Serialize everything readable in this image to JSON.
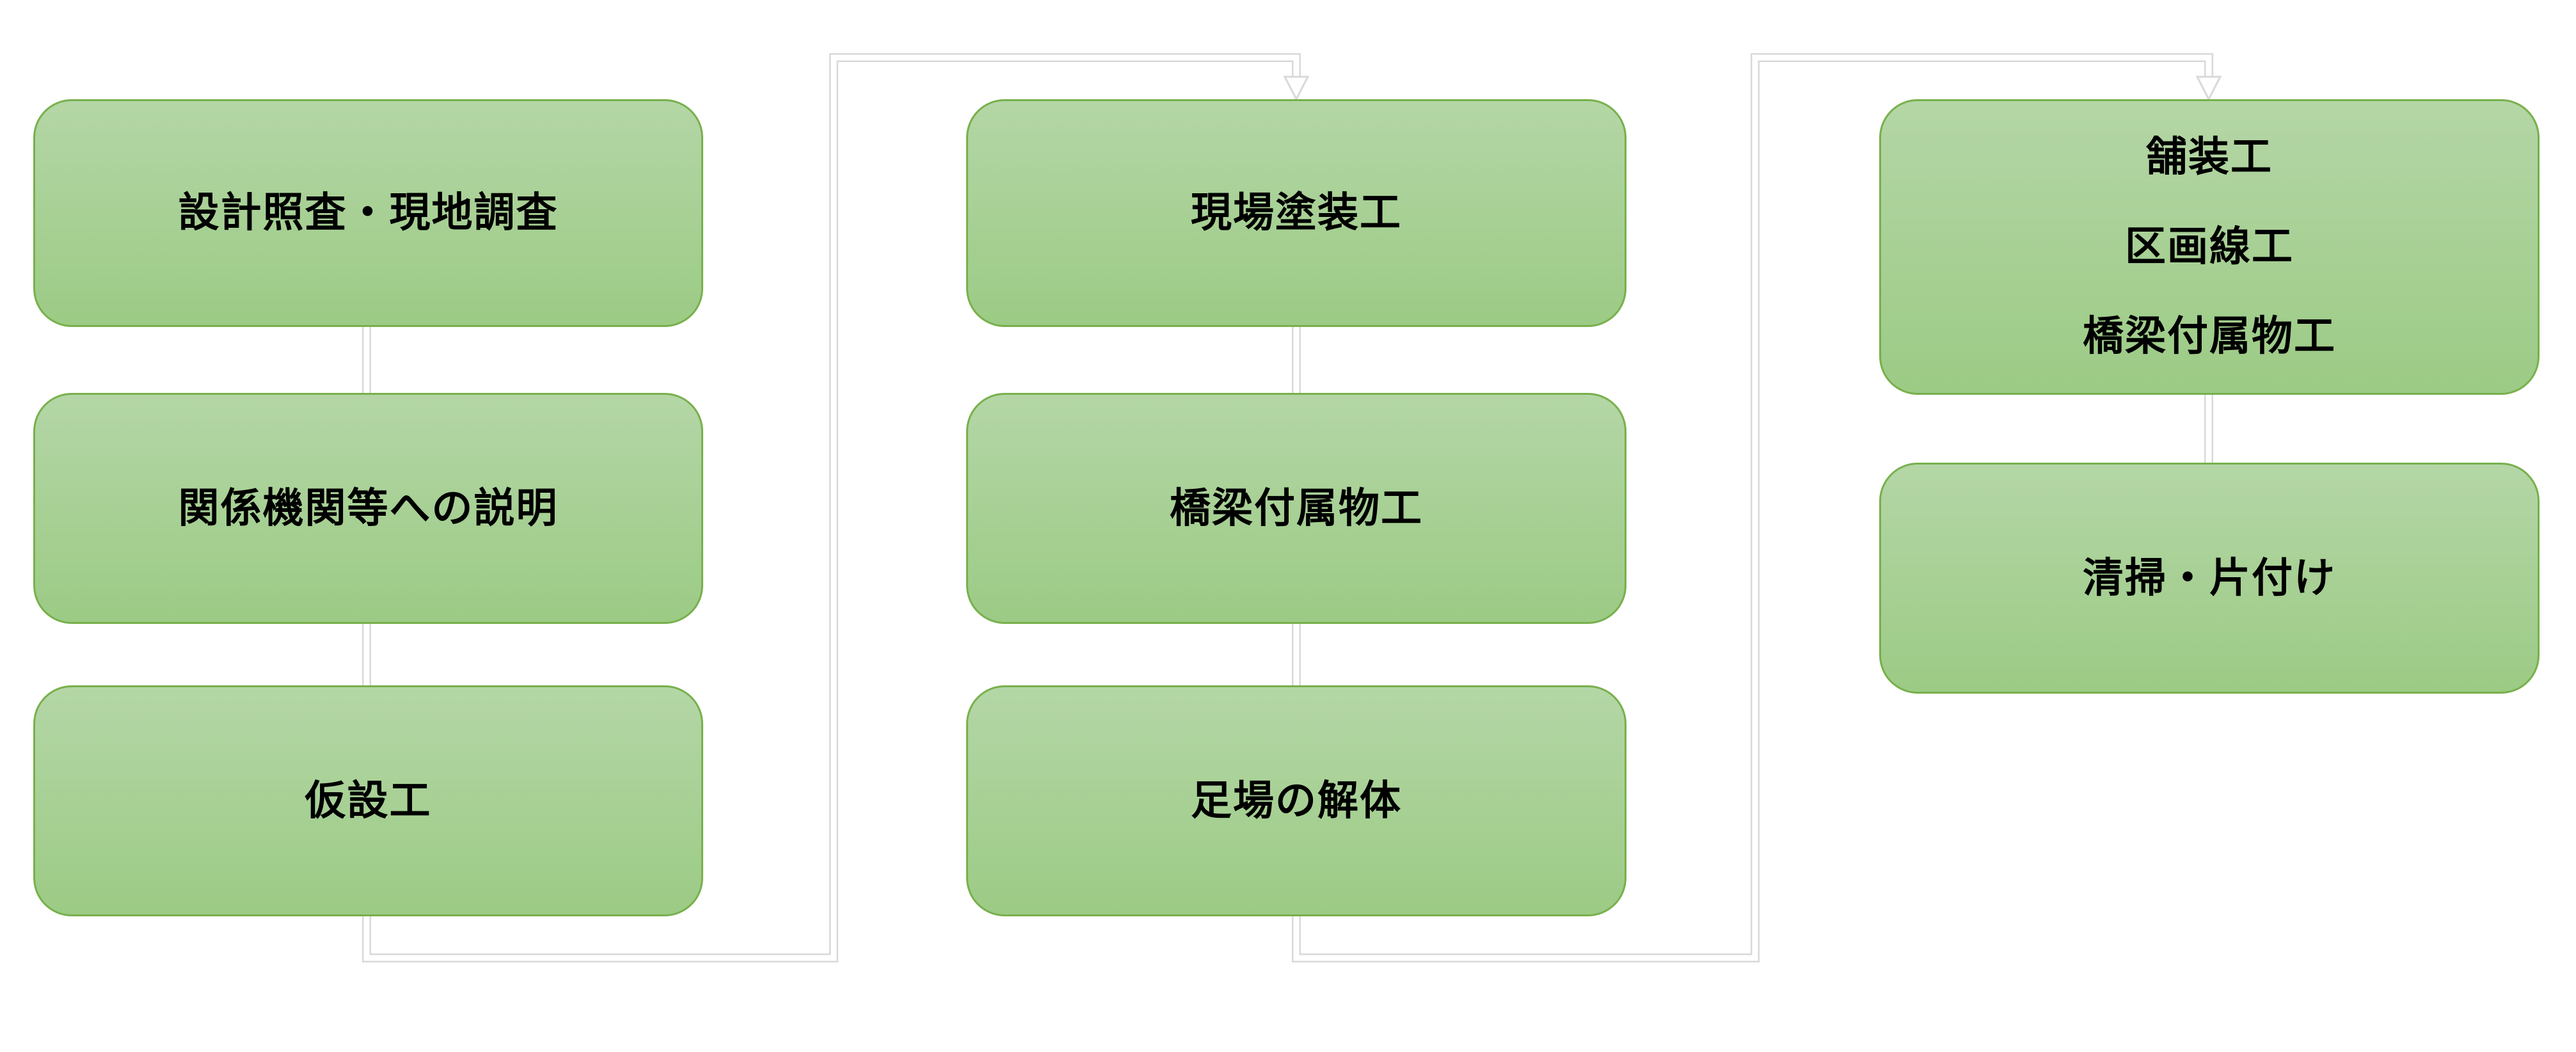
{
  "steps": {
    "col1": [
      "設計照査・現地調査",
      "関係機関等への説明",
      "仮設工"
    ],
    "col2": [
      "現場塗装工",
      "橋梁付属物工",
      "足場の解体"
    ],
    "col3_first": [
      "舗装工",
      "区画線工",
      "橋梁付属物工"
    ],
    "col3_second": "清掃・片付け"
  },
  "colors": {
    "box_top": "#b4d6a6",
    "box_bottom": "#9ccb85",
    "border": "#78b04c",
    "connector": "#d9d9d9"
  }
}
